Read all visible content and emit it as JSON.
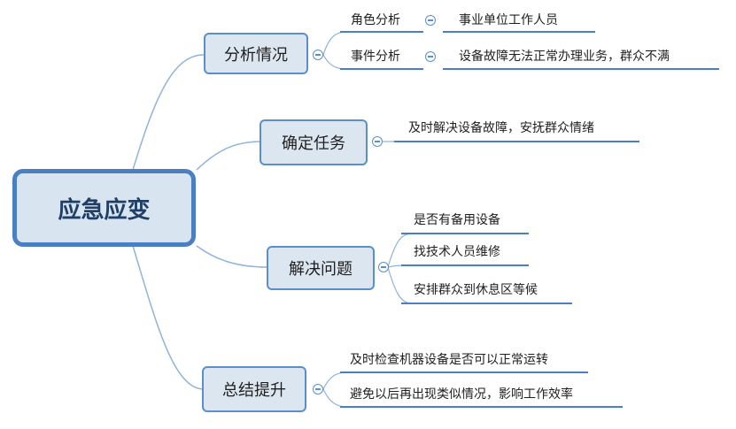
{
  "root": {
    "label": "应急应变"
  },
  "branches": [
    {
      "label": "分析情况",
      "children": [
        {
          "label": "角色分析",
          "detail": "事业单位工作人员"
        },
        {
          "label": "事件分析",
          "detail": "设备故障无法正常办理业务，群众不满"
        }
      ]
    },
    {
      "label": "确定任务",
      "children": [
        {
          "label": "及时解决设备故障，安抚群众情绪"
        }
      ]
    },
    {
      "label": "解决问题",
      "children": [
        {
          "label": "是否有备用设备"
        },
        {
          "label": "找技术人员维修"
        },
        {
          "label": "安排群众到休息区等候"
        }
      ]
    },
    {
      "label": "总结提升",
      "children": [
        {
          "label": "及时检查机器设备是否可以正常运转"
        },
        {
          "label": "避免以后再出现类似情况，影响工作效率"
        }
      ]
    }
  ]
}
